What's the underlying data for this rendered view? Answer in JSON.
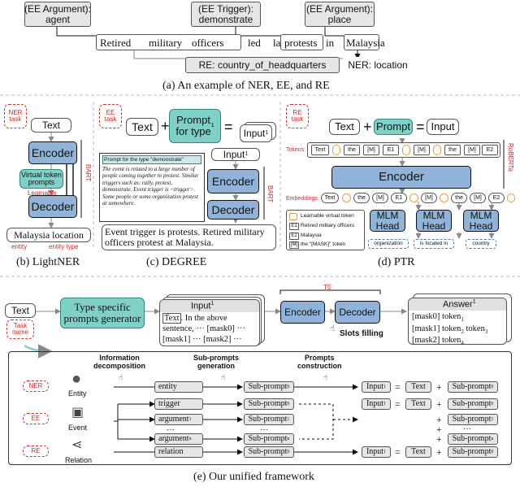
{
  "a": {
    "arg_agent": "(EE Argument):\nagent",
    "trigger": "(EE Trigger):\ndemonstrate",
    "arg_place": "(EE Argument):\nplace",
    "sentence": [
      "Retired",
      "military",
      "officers",
      "led",
      "large",
      "protests",
      "in",
      "Malaysia",
      "."
    ],
    "re_label": "RE: country_of_headquarters",
    "ner_label": "NER: location",
    "caption": "(a) An example of  NER, EE, and RE"
  },
  "b": {
    "task": "NER\ntask",
    "text": "Text",
    "encoder": "Encoder",
    "decoder": "Decoder",
    "virtual": "Virtual token\nprompts",
    "learnable": "Learnable",
    "bart": "BART",
    "output": "Malaysia location",
    "entity": "entity",
    "entity_type": "entity type",
    "caption": "(b) LightNER"
  },
  "c": {
    "task": "EE\ntask",
    "text": "Text",
    "prompt": "Prompt\nfor type",
    "prompt_sup": "1",
    "input": "Input",
    "input_sup": "1",
    "box_title": "Prompt for the type \"demonstrate\"",
    "box_body": "The event is related to a large number of people coming together to protest. Similar triggers such as: rally, protest, demonstrate. Event trigger is <trigger>. Some people or some organization protest at somewhere.",
    "encoder": "Encoder",
    "decoder": "Decoder",
    "bart": "BART",
    "output": "Event trigger is protests. Retired military officers protest at Malaysia.",
    "caption": "(c) DEGREE"
  },
  "d": {
    "task": "RE\ntask",
    "text": "Text",
    "prompt": "Prompt",
    "input": "Input",
    "tokens_label": "Tokens:",
    "tokens": [
      "Text",
      "the",
      "[M]",
      "E1",
      "[M]",
      "the",
      "[M]",
      "E2"
    ],
    "encoder": "Encoder",
    "roberta": "RoBERTa",
    "embeddings_label": "Embeddings:",
    "embeddings": [
      "Text",
      "the",
      "[M]",
      "E1",
      "[M]",
      "the",
      "[M]",
      "E2"
    ],
    "legend": [
      "Learnable virtual token",
      "Retired military officers",
      "Malaysia",
      "the \"[MASK]\" token"
    ],
    "legend_keys": [
      "",
      "E1",
      "E2",
      "[M]"
    ],
    "head": "MLM\nHead",
    "heads_out": [
      "organization",
      "is located in",
      "country"
    ],
    "caption": "(d) PTR"
  },
  "e": {
    "text": "Text",
    "task_name": "Task\nname",
    "generator": "Type specific\nprompts generator",
    "input": "Input",
    "input_sup": "1",
    "input_body_1": ". In the above",
    "input_body_2": "sentence, ··· [mask0] ···",
    "input_body_3": "[mask1] ··· [mask2] ···",
    "input_text": "Text",
    "t5": "T5",
    "encoder": "Encoder",
    "decoder": "Decoder",
    "slots": "Slots filling",
    "answer": "Answer",
    "answer_sup": "1",
    "answer_lines": [
      "[mask0] token",
      "[mask1] token",
      "[mask2] token"
    ],
    "answer_subs": [
      "1",
      "2",
      "4"
    ],
    "answer_sub3": "3",
    "step1": "Information\ndecomposition",
    "step2": "Sub-prompts\ngeneration",
    "step3": "Prompts\nconstruction",
    "tasks": [
      "NER",
      "EE",
      "RE"
    ],
    "rows": [
      "Entity",
      "Event",
      "Relation"
    ],
    "entity": "entity",
    "trigger": "trigger",
    "argument1": "argument",
    "argument1_sub": "1",
    "argumentn": "argument",
    "argumentn_sub": "n",
    "relation": "relation",
    "subprompt": "Sub-prompt",
    "subs": [
      "0",
      "0",
      "1",
      "n",
      "0"
    ],
    "input_box": "Input",
    "input_box_sup": "1",
    "eq": "=",
    "plus": "+",
    "dots": "···",
    "caption": "(e) Our unified framework"
  }
}
